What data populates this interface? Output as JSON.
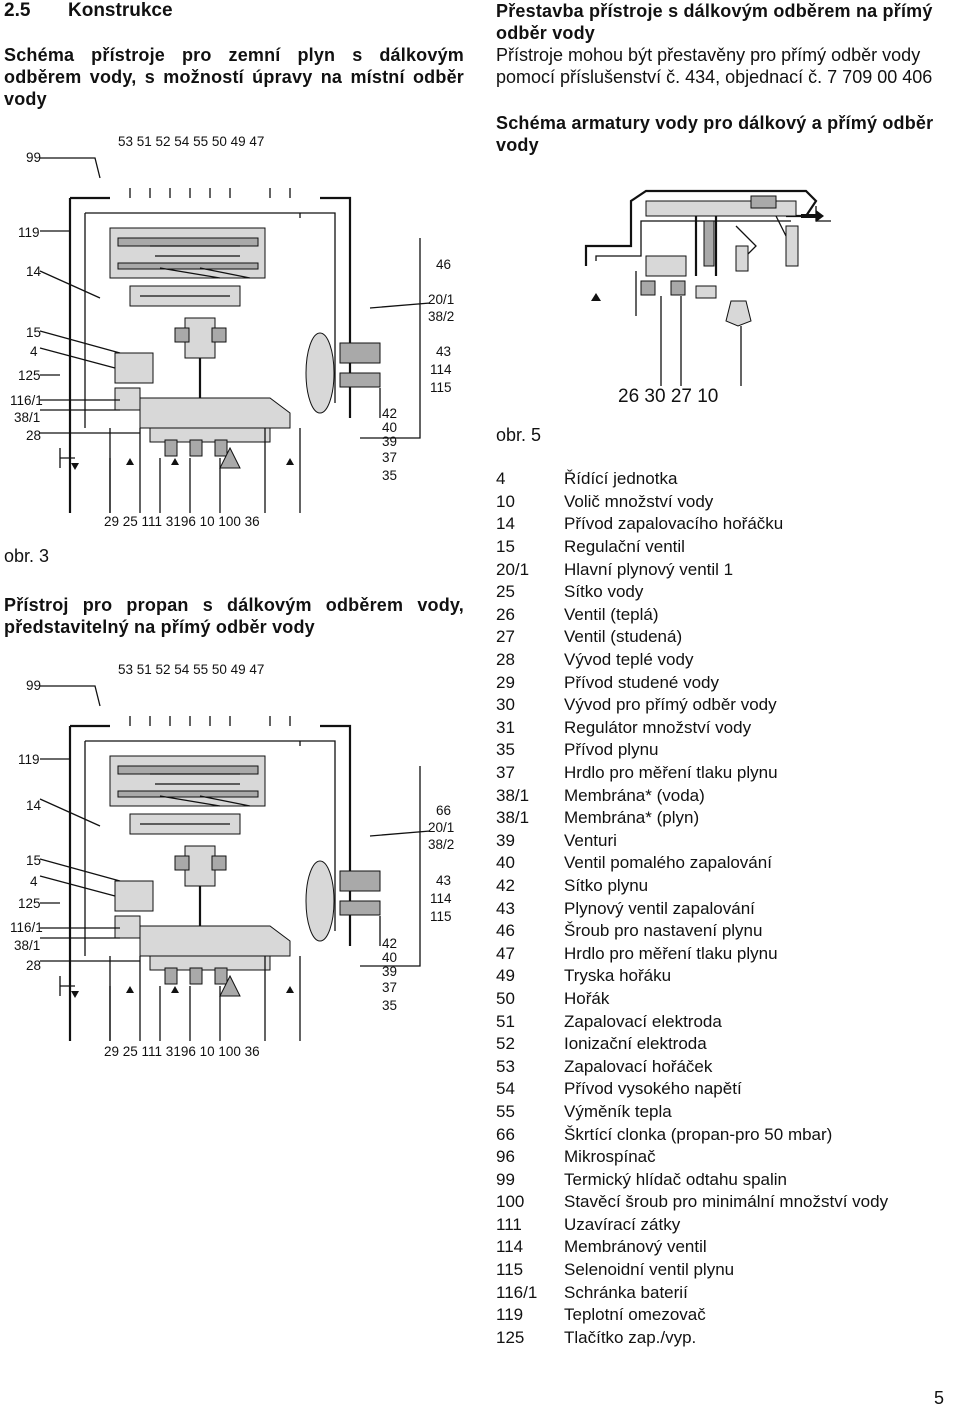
{
  "section": {
    "number": "2.5",
    "title": "Konstrukce"
  },
  "figure3": {
    "heading": "Schéma přístroje pro zemní plyn s dálkovým odběrem vody, s možností úpravy na místní odběr vody",
    "caption": "obr. 3",
    "top_labels": "53 51   52 54 55 50     49 47",
    "bottom_labels": "29   25   111 3196 10     100 36",
    "left_labels": [
      "99",
      "119",
      "14",
      "15",
      "4",
      "125",
      "116/1",
      "38/1",
      "28"
    ],
    "right_labels": [
      "46",
      "20/1",
      "38/2",
      "43",
      "114",
      "115",
      "42",
      "40",
      "39",
      "37",
      "35"
    ]
  },
  "figure_propane": {
    "heading": "Přístroj pro propan s dálkovým odběrem vody, představitelný na přímý odběr vody",
    "top_labels": "53 51   52 54 55 50     49 47",
    "bottom_labels": "29   25   111 3196 10     100 36",
    "left_labels": [
      "99",
      "119",
      "14",
      "15",
      "4",
      "125",
      "116/1",
      "38/1",
      "28"
    ],
    "right_labels": [
      "66",
      "20/1",
      "38/2",
      "43",
      "114",
      "115",
      "42",
      "40",
      "39",
      "37",
      "35"
    ]
  },
  "rebuild": {
    "heading": "Přestavba přístroje s dálkovým odběrem na přímý odběr vody",
    "text": "Přístroje mohou být přestavěny pro přímý odběr vody pomocí příslušenství č. 434, objednací č. 7 709 00 406",
    "schema_heading": "Schéma armatury vody pro dálkový a přímý odběr vody",
    "figure_labels": "26 30  27    10",
    "caption": "obr. 5"
  },
  "legend": [
    {
      "num": "4",
      "text": "Řídící jednotka"
    },
    {
      "num": "10",
      "text": "Volič množství vody"
    },
    {
      "num": "14",
      "text": "Přívod zapalovacího hořáčku"
    },
    {
      "num": "15",
      "text": "Regulační ventil"
    },
    {
      "num": "20/1",
      "text": "Hlavní plynový ventil 1"
    },
    {
      "num": "25",
      "text": "Sítko vody"
    },
    {
      "num": "26",
      "text": "Ventil (teplá)"
    },
    {
      "num": "27",
      "text": "Ventil (studená)"
    },
    {
      "num": "28",
      "text": "Vývod teplé vody"
    },
    {
      "num": "29",
      "text": "Přívod studené vody"
    },
    {
      "num": "30",
      "text": "Vývod pro přímý odběr vody"
    },
    {
      "num": "31",
      "text": "Regulátor množství vody"
    },
    {
      "num": "35",
      "text": "Přívod plynu"
    },
    {
      "num": "37",
      "text": "Hrdlo pro měření tlaku plynu"
    },
    {
      "num": "38/1",
      "text": "Membrána* (voda)"
    },
    {
      "num": "38/1",
      "text": "Membrána* (plyn)"
    },
    {
      "num": "39",
      "text": "Venturi"
    },
    {
      "num": "40",
      "text": "Ventil pomalého zapalování"
    },
    {
      "num": "42",
      "text": "Sítko plynu"
    },
    {
      "num": "43",
      "text": "Plynový ventil zapalování"
    },
    {
      "num": "46",
      "text": "Šroub pro nastavení plynu"
    },
    {
      "num": "47",
      "text": "Hrdlo pro měření tlaku plynu"
    },
    {
      "num": "49",
      "text": "Tryska hořáku"
    },
    {
      "num": "50",
      "text": "Hořák"
    },
    {
      "num": "51",
      "text": "Zapalovací elektroda"
    },
    {
      "num": "52",
      "text": "Ionizační elektroda"
    },
    {
      "num": "53",
      "text": "Zapalovací hořáček"
    },
    {
      "num": "54",
      "text": "Přívod vysokého napětí"
    },
    {
      "num": "55",
      "text": "Výměník tepla"
    },
    {
      "num": "66",
      "text": "Škrtící clonka (propan-pro 50 mbar)"
    },
    {
      "num": "96",
      "text": "Mikrospínač"
    },
    {
      "num": "99",
      "text": "Termický hlídač odtahu spalin"
    },
    {
      "num": "100",
      "text": "Stavěcí šroub pro minimální množství vody"
    },
    {
      "num": "111",
      "text": "Uzavírací zátky"
    },
    {
      "num": "114",
      "text": "Membránový ventil"
    },
    {
      "num": "115",
      "text": "Selenoidní ventil plynu"
    },
    {
      "num": "116/1",
      "text": "Schránka baterií"
    },
    {
      "num": "119",
      "text": "Teplotní omezovač"
    },
    {
      "num": "125",
      "text": "Tlačítko zap./vyp."
    }
  ],
  "page_number": "5"
}
